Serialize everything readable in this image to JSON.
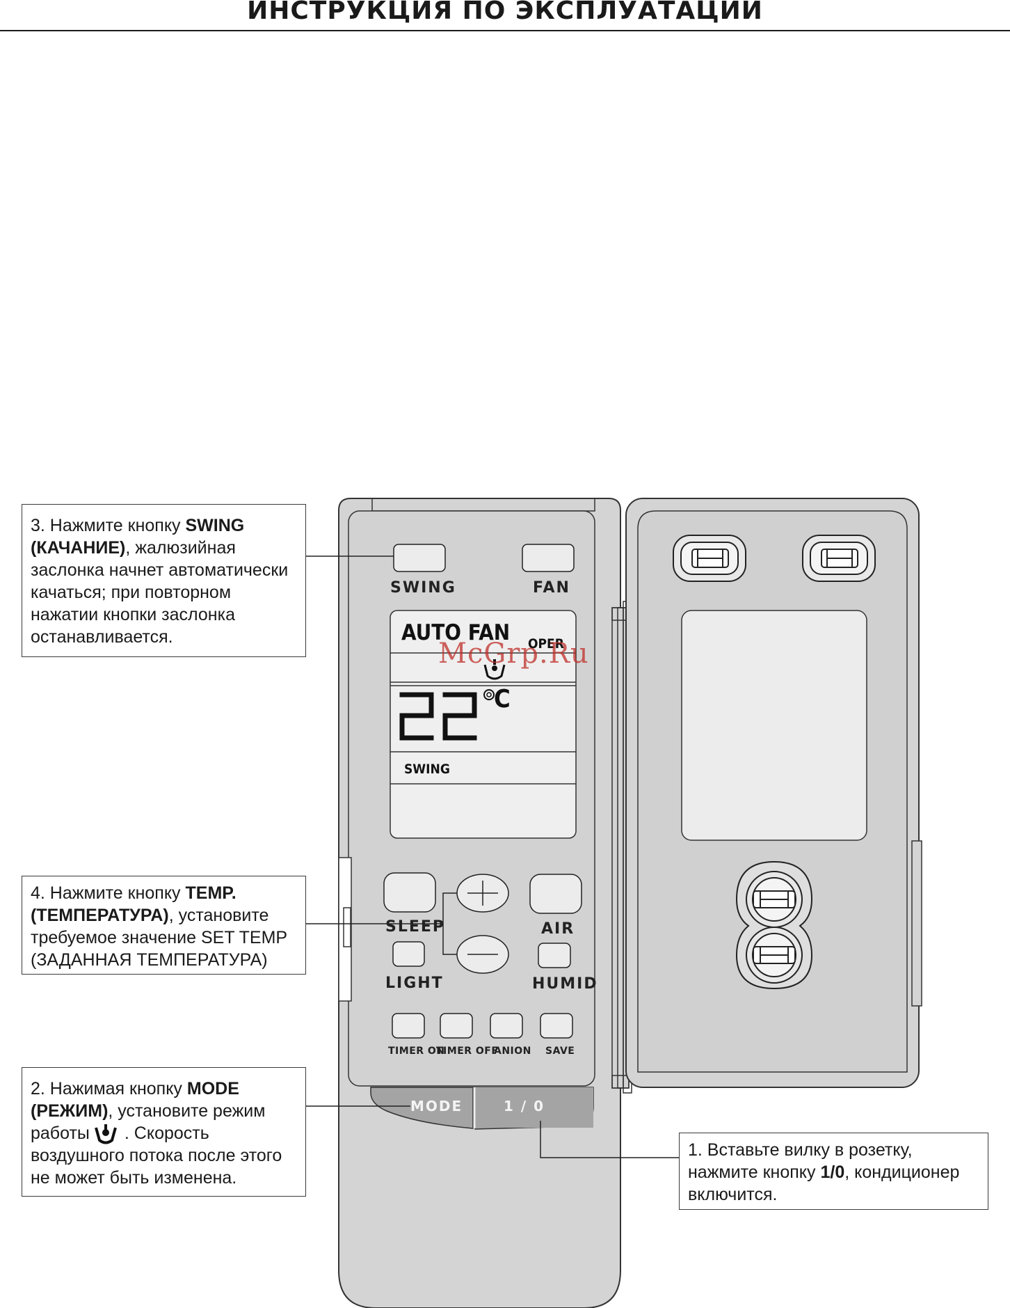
{
  "header": {
    "title": "ИНСТРУКЦИЯ ПО ЭКСПЛУАТАЦИИ"
  },
  "watermark": "McGrp.Ru",
  "remote": {
    "buttons": {
      "swing": "SWING",
      "fan": "FAN",
      "sleep": "SLEEP",
      "air": "AIR",
      "light": "LIGHT",
      "humid": "HUMID",
      "timer_on": "TIMER ON",
      "timer_off": "TIMER OFF",
      "anion": "ANION",
      "save": "SAVE",
      "mode": "MODE",
      "power": "1 / 0"
    },
    "display": {
      "mode_text": "AUTO  FAN",
      "oper": "OPER",
      "temperature": "22",
      "unit": "C",
      "swing": "SWING"
    }
  },
  "callouts": {
    "step3": {
      "prefix": "3. Нажмите кнопку ",
      "bold": "SWING (КАЧАНИЕ)",
      "rest": ", жалюзийная заслонка начнет автоматически качаться; при повторном нажатии кнопки заслонка останавливается."
    },
    "step4": {
      "prefix": "4. Нажмите кнопку ",
      "bold": "TEMP. (ТЕМПЕРАТУРА)",
      "rest": ", установите требуемое значение SET TEMP (ЗАДАННАЯ ТЕМПЕРАТУРА)"
    },
    "step2": {
      "prefix": "2. Нажимая кнопку ",
      "bold": "MODE (РЕЖИМ)",
      "rest": ", установите режим работы",
      "rest2": ". Скорость воздушного потока после этого не может быть изменена."
    },
    "step1": {
      "prefix": "1. Вставьте вилку в розетку, нажмите кнопку ",
      "bold": "1/0",
      "rest": ", кондиционер включится."
    }
  }
}
